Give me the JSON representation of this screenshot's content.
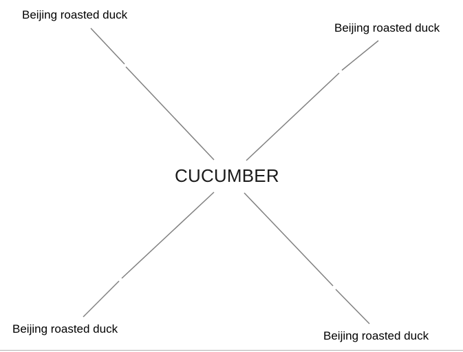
{
  "diagram": {
    "center": {
      "label": "CUCUMBER"
    },
    "branches": [
      {
        "position": "top-left",
        "label": "Beijing roasted duck"
      },
      {
        "position": "top-right",
        "label": "Beijing roasted duck"
      },
      {
        "position": "bottom-left",
        "label": "Beijing roasted duck"
      },
      {
        "position": "bottom-right",
        "label": "Beijing roasted duck"
      }
    ]
  }
}
